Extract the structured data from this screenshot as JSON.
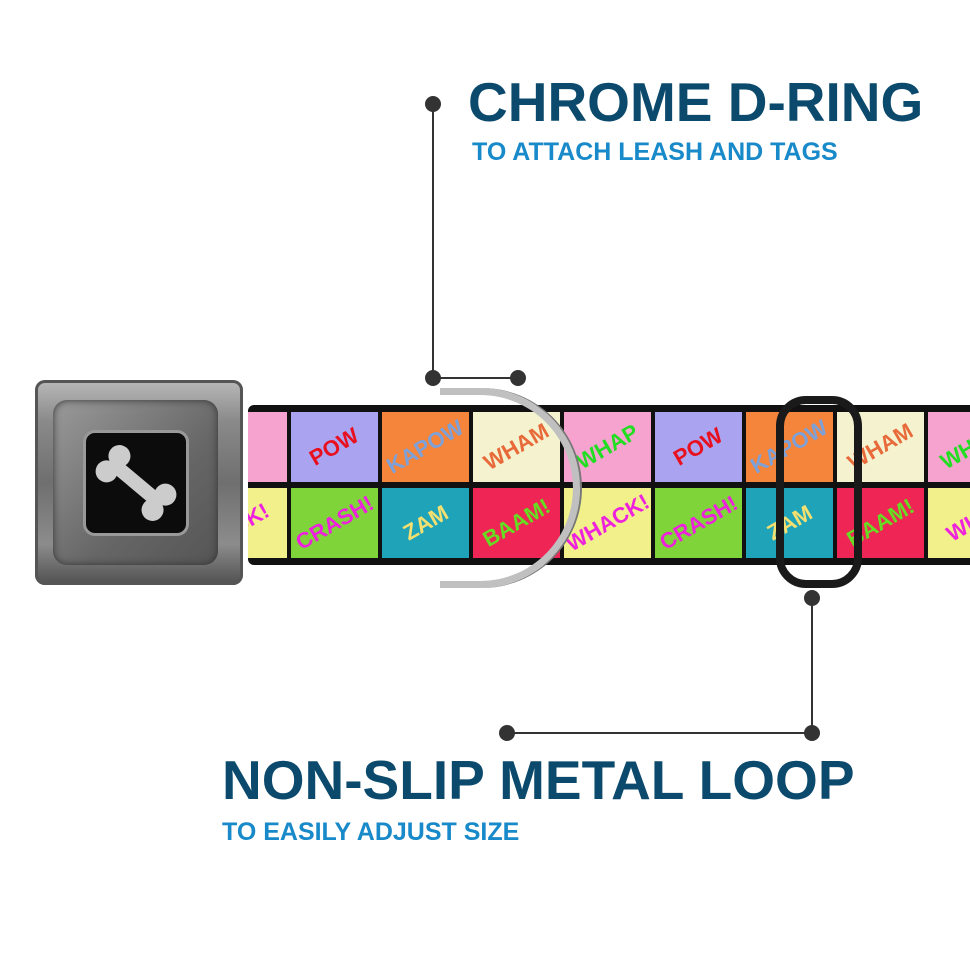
{
  "callouts": [
    {
      "title": "CHROME D-RING",
      "subtitle": "TO ATTACH LEASH AND TAGS"
    },
    {
      "title": "NON-SLIP METAL LOOP",
      "subtitle": "TO EASILY ADJUST SIZE"
    }
  ],
  "pattern": {
    "top": [
      {
        "word": "",
        "bg": "#f7a3d0",
        "fg": "#22dd22"
      },
      {
        "word": "POW",
        "bg": "#a9a3f0",
        "fg": "#e8101e"
      },
      {
        "word": "KAPOW",
        "bg": "#f4853a",
        "fg": "#7ea0d8"
      },
      {
        "word": "WHAM",
        "bg": "#f5f2d0",
        "fg": "#e86a3a"
      },
      {
        "word": "WHAP",
        "bg": "#f7a3d0",
        "fg": "#22dd22"
      },
      {
        "word": "POW",
        "bg": "#a9a3f0",
        "fg": "#e8101e"
      },
      {
        "word": "KAPOW",
        "bg": "#f4853a",
        "fg": "#7ea0d8"
      },
      {
        "word": "WHAM",
        "bg": "#f5f2d0",
        "fg": "#e86a3a"
      },
      {
        "word": "WHAP",
        "bg": "#f7a3d0",
        "fg": "#22dd22"
      }
    ],
    "bottom": [
      {
        "word": "ACK!",
        "bg": "#f2f08a",
        "fg": "#ee22dd"
      },
      {
        "word": "CRASH!",
        "bg": "#7fd43a",
        "fg": "#ee22dd"
      },
      {
        "word": "ZAM",
        "bg": "#1ea3b8",
        "fg": "#f3e070"
      },
      {
        "word": "BAAM!",
        "bg": "#ee2555",
        "fg": "#66dd22"
      },
      {
        "word": "WHACK!",
        "bg": "#f2f08a",
        "fg": "#ee22dd"
      },
      {
        "word": "CRASH!",
        "bg": "#7fd43a",
        "fg": "#ee22dd"
      },
      {
        "word": "ZAM",
        "bg": "#1ea3b8",
        "fg": "#f3e070"
      },
      {
        "word": "BAAM!",
        "bg": "#ee2555",
        "fg": "#66dd22"
      },
      {
        "word": "WHA",
        "bg": "#f2f08a",
        "fg": "#ee22dd"
      }
    ]
  }
}
